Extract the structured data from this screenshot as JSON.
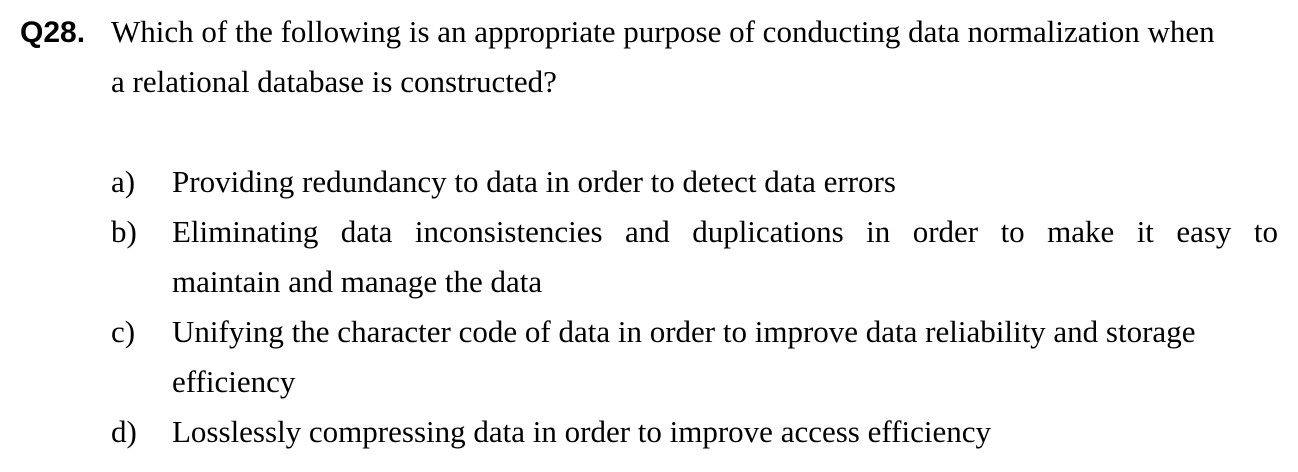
{
  "question": {
    "number": "Q28.",
    "line1": "Which of the following is an appropriate purpose of conducting data normalization when",
    "line2": "a relational database is constructed?"
  },
  "options": [
    {
      "label": "a)",
      "line1": "Providing redundancy to data in order to detect data errors"
    },
    {
      "label": "b)",
      "line1": "Eliminating data inconsistencies and duplications in order to make it easy to",
      "line2": "maintain and manage the data"
    },
    {
      "label": "c)",
      "line1": "Unifying the character code of data in order to improve data reliability and storage",
      "line2": "efficiency"
    },
    {
      "label": "d)",
      "line1": "Losslessly compressing data in order to improve access efficiency"
    }
  ]
}
